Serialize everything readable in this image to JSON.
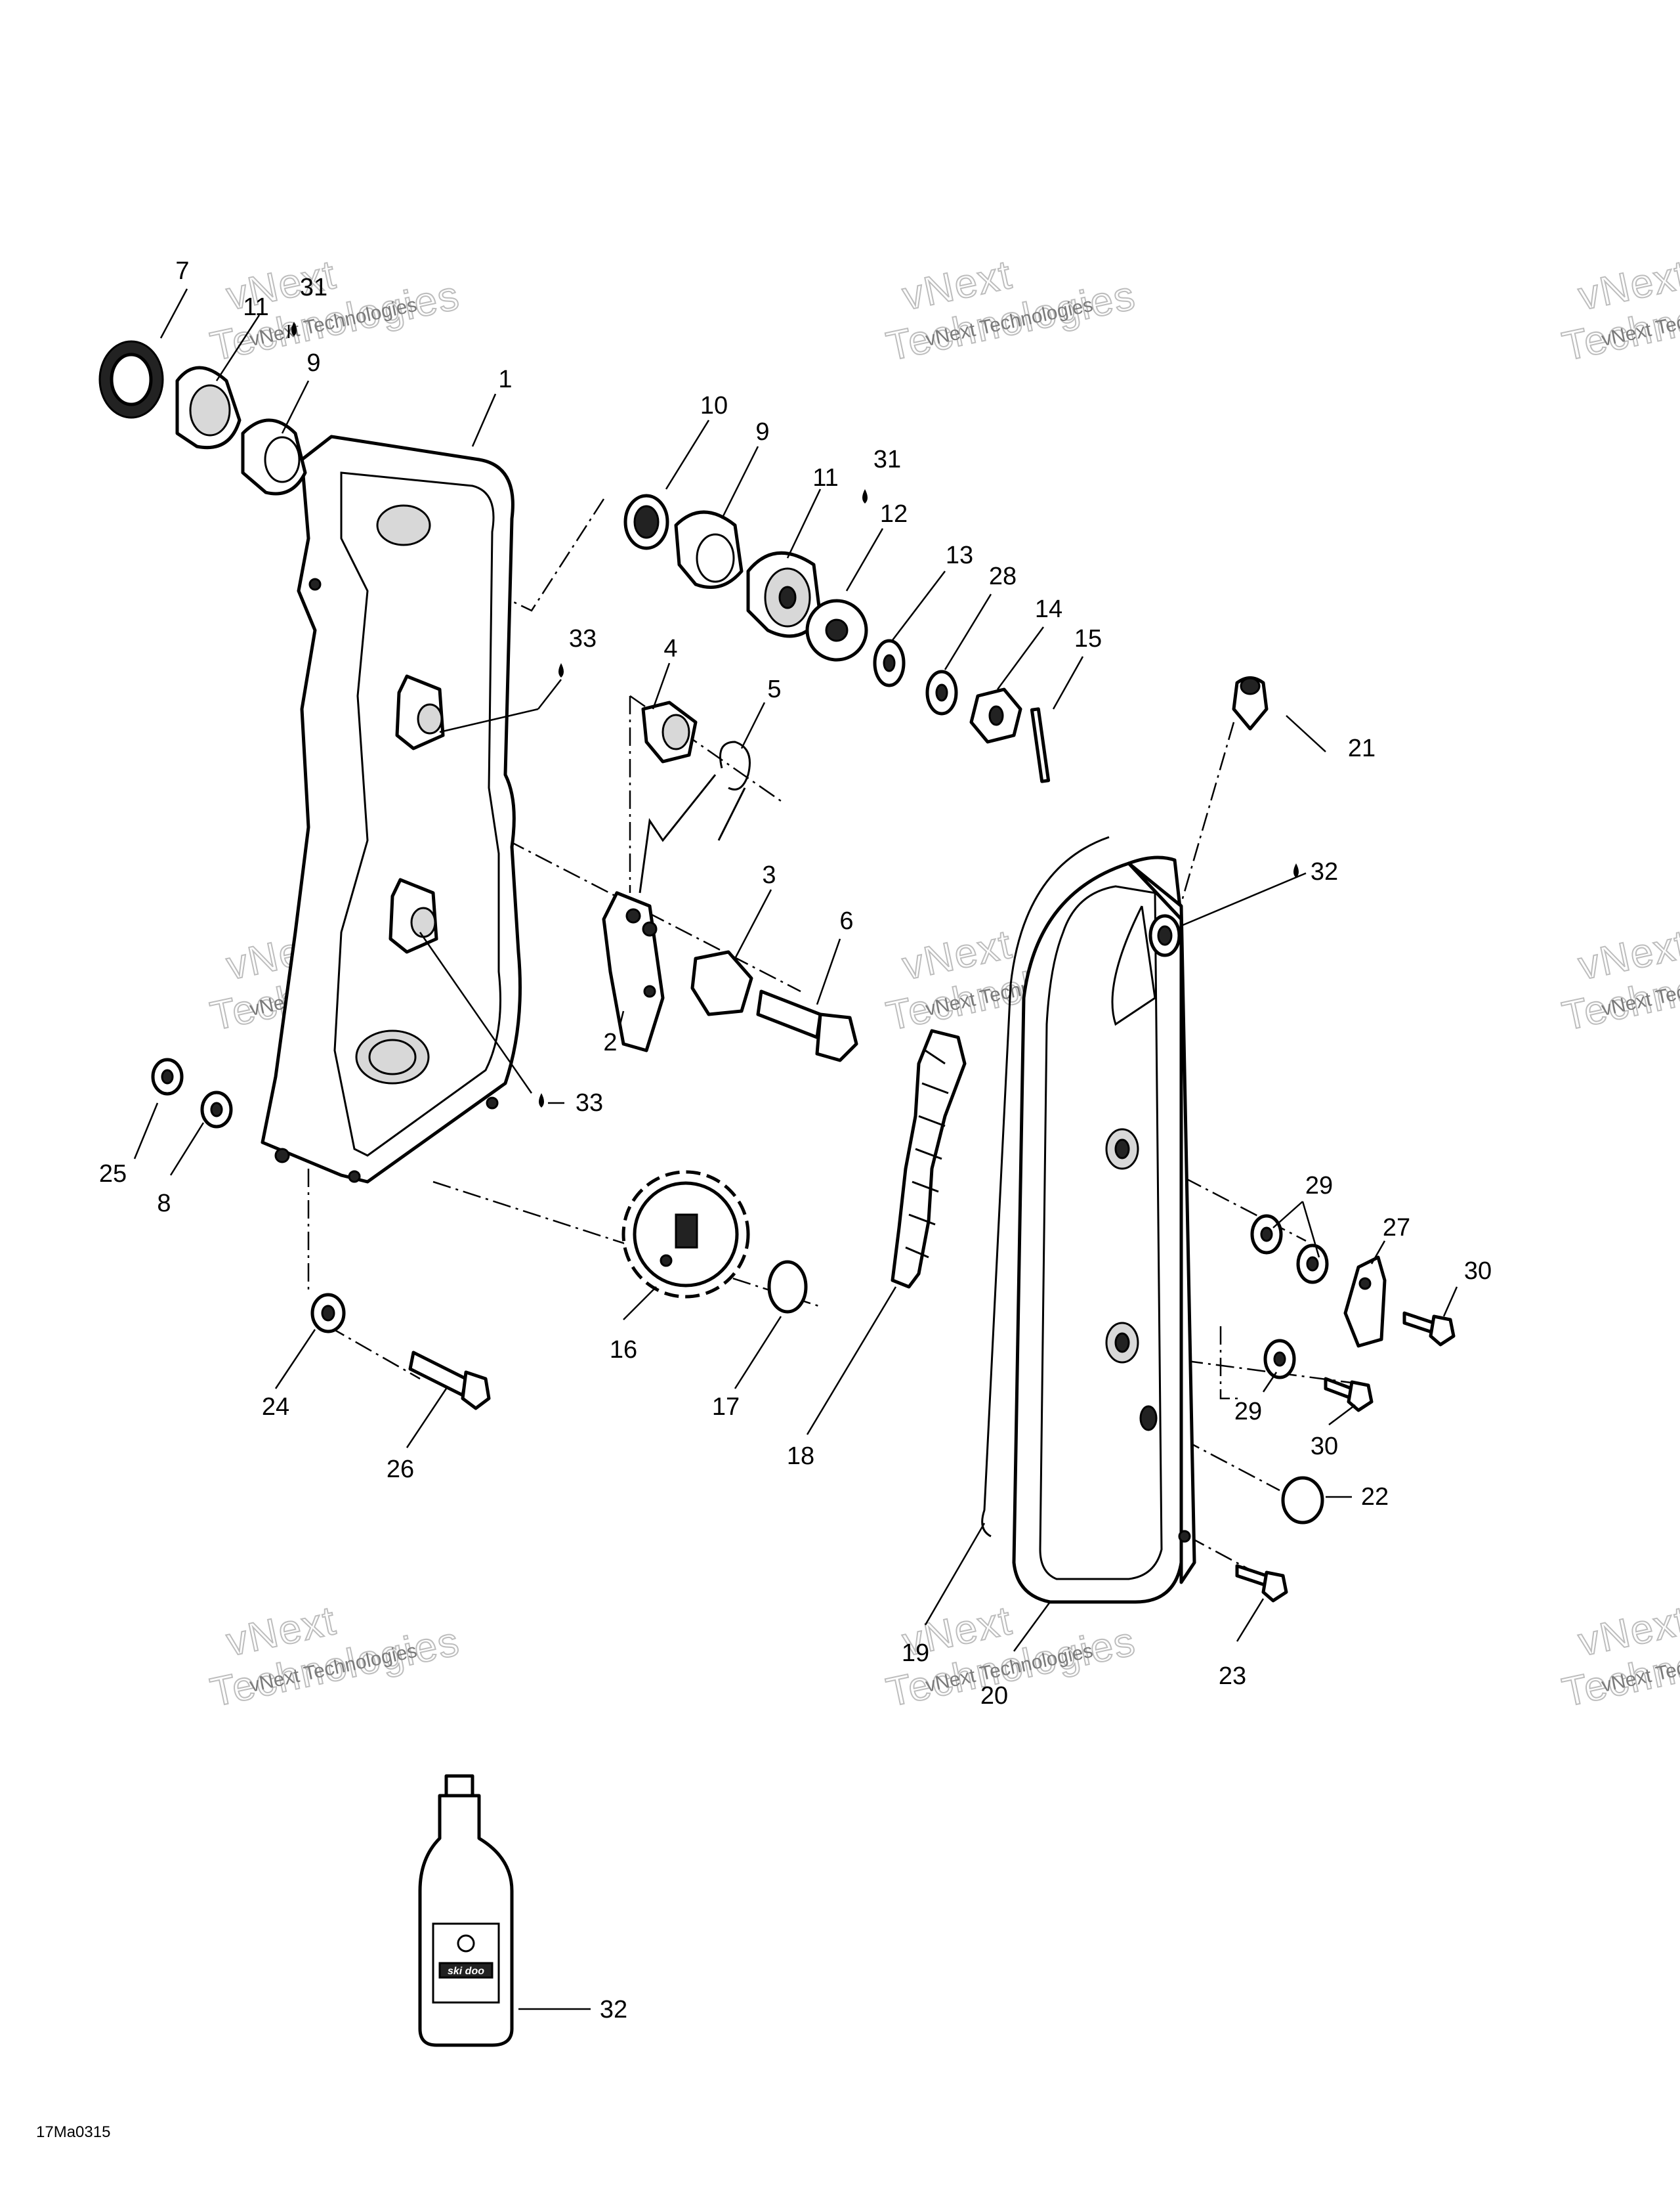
{
  "diagram": {
    "code": "17Ma0315",
    "watermark": {
      "line1": "vNext",
      "line2": "Technologies",
      "small": "vNext Technologies"
    },
    "callouts": [
      "1",
      "2",
      "3",
      "4",
      "5",
      "6",
      "7",
      "8",
      "9",
      "9",
      "10",
      "11",
      "11",
      "12",
      "13",
      "14",
      "15",
      "16",
      "17",
      "18",
      "19",
      "20",
      "21",
      "22",
      "23",
      "24",
      "25",
      "26",
      "27",
      "28",
      "29",
      "29",
      "30",
      "30",
      "31",
      "31",
      "32",
      "32",
      "33",
      "33"
    ],
    "bottle_label": "ski doo"
  }
}
